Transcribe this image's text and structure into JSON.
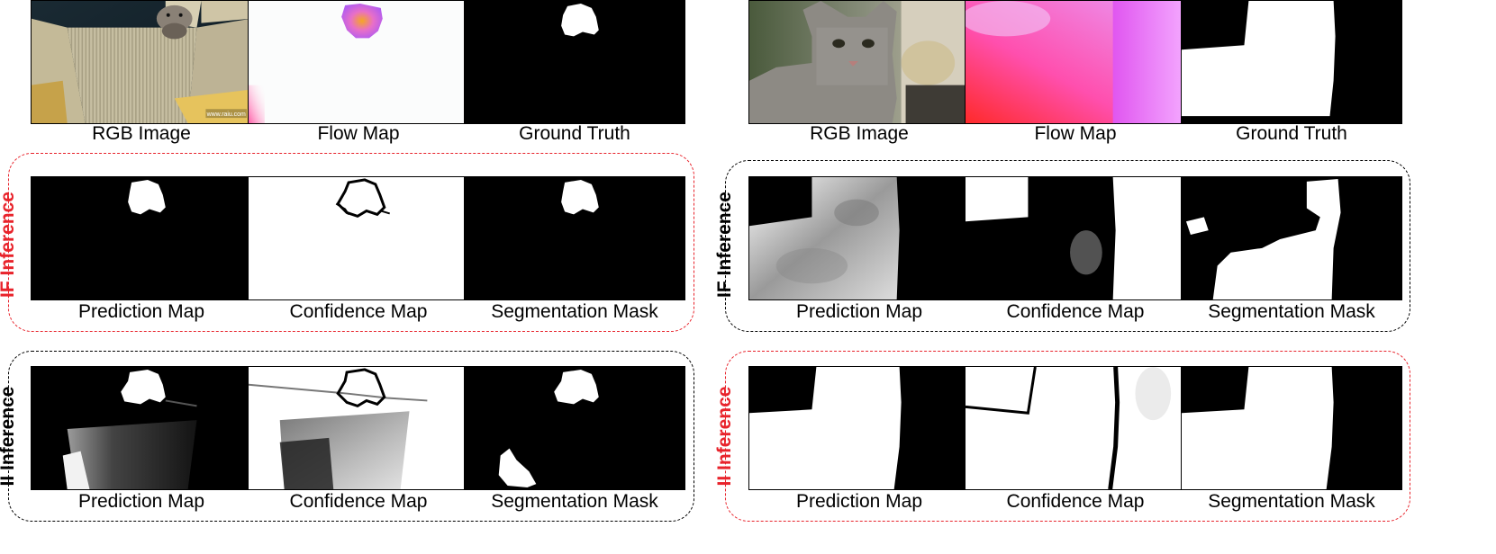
{
  "left_panel": {
    "top_row": [
      "RGB Image",
      "Flow Map",
      "Ground Truth"
    ],
    "if_group": {
      "label": "IF Inference",
      "captions": [
        "Prediction Map",
        "Confidence Map",
        "Segmentation Mask"
      ],
      "highlight": "red"
    },
    "ii_group": {
      "label": "II Inference",
      "captions": [
        "Prediction Map",
        "Confidence Map",
        "Segmentation Mask"
      ],
      "highlight": "black"
    }
  },
  "right_panel": {
    "top_row": [
      "RGB Image",
      "Flow Map",
      "Ground Truth"
    ],
    "if_group": {
      "label": "IF Inference",
      "captions": [
        "Prediction Map",
        "Confidence Map",
        "Segmentation Mask"
      ],
      "highlight": "black"
    },
    "ii_group": {
      "label": "II Inference",
      "captions": [
        "Prediction Map",
        "Confidence Map",
        "Segmentation Mask"
      ],
      "highlight": "red"
    }
  },
  "watermark_text": "www.raiu.com",
  "colors": {
    "highlight_red": "#e8232b",
    "frame_black": "#000000"
  }
}
